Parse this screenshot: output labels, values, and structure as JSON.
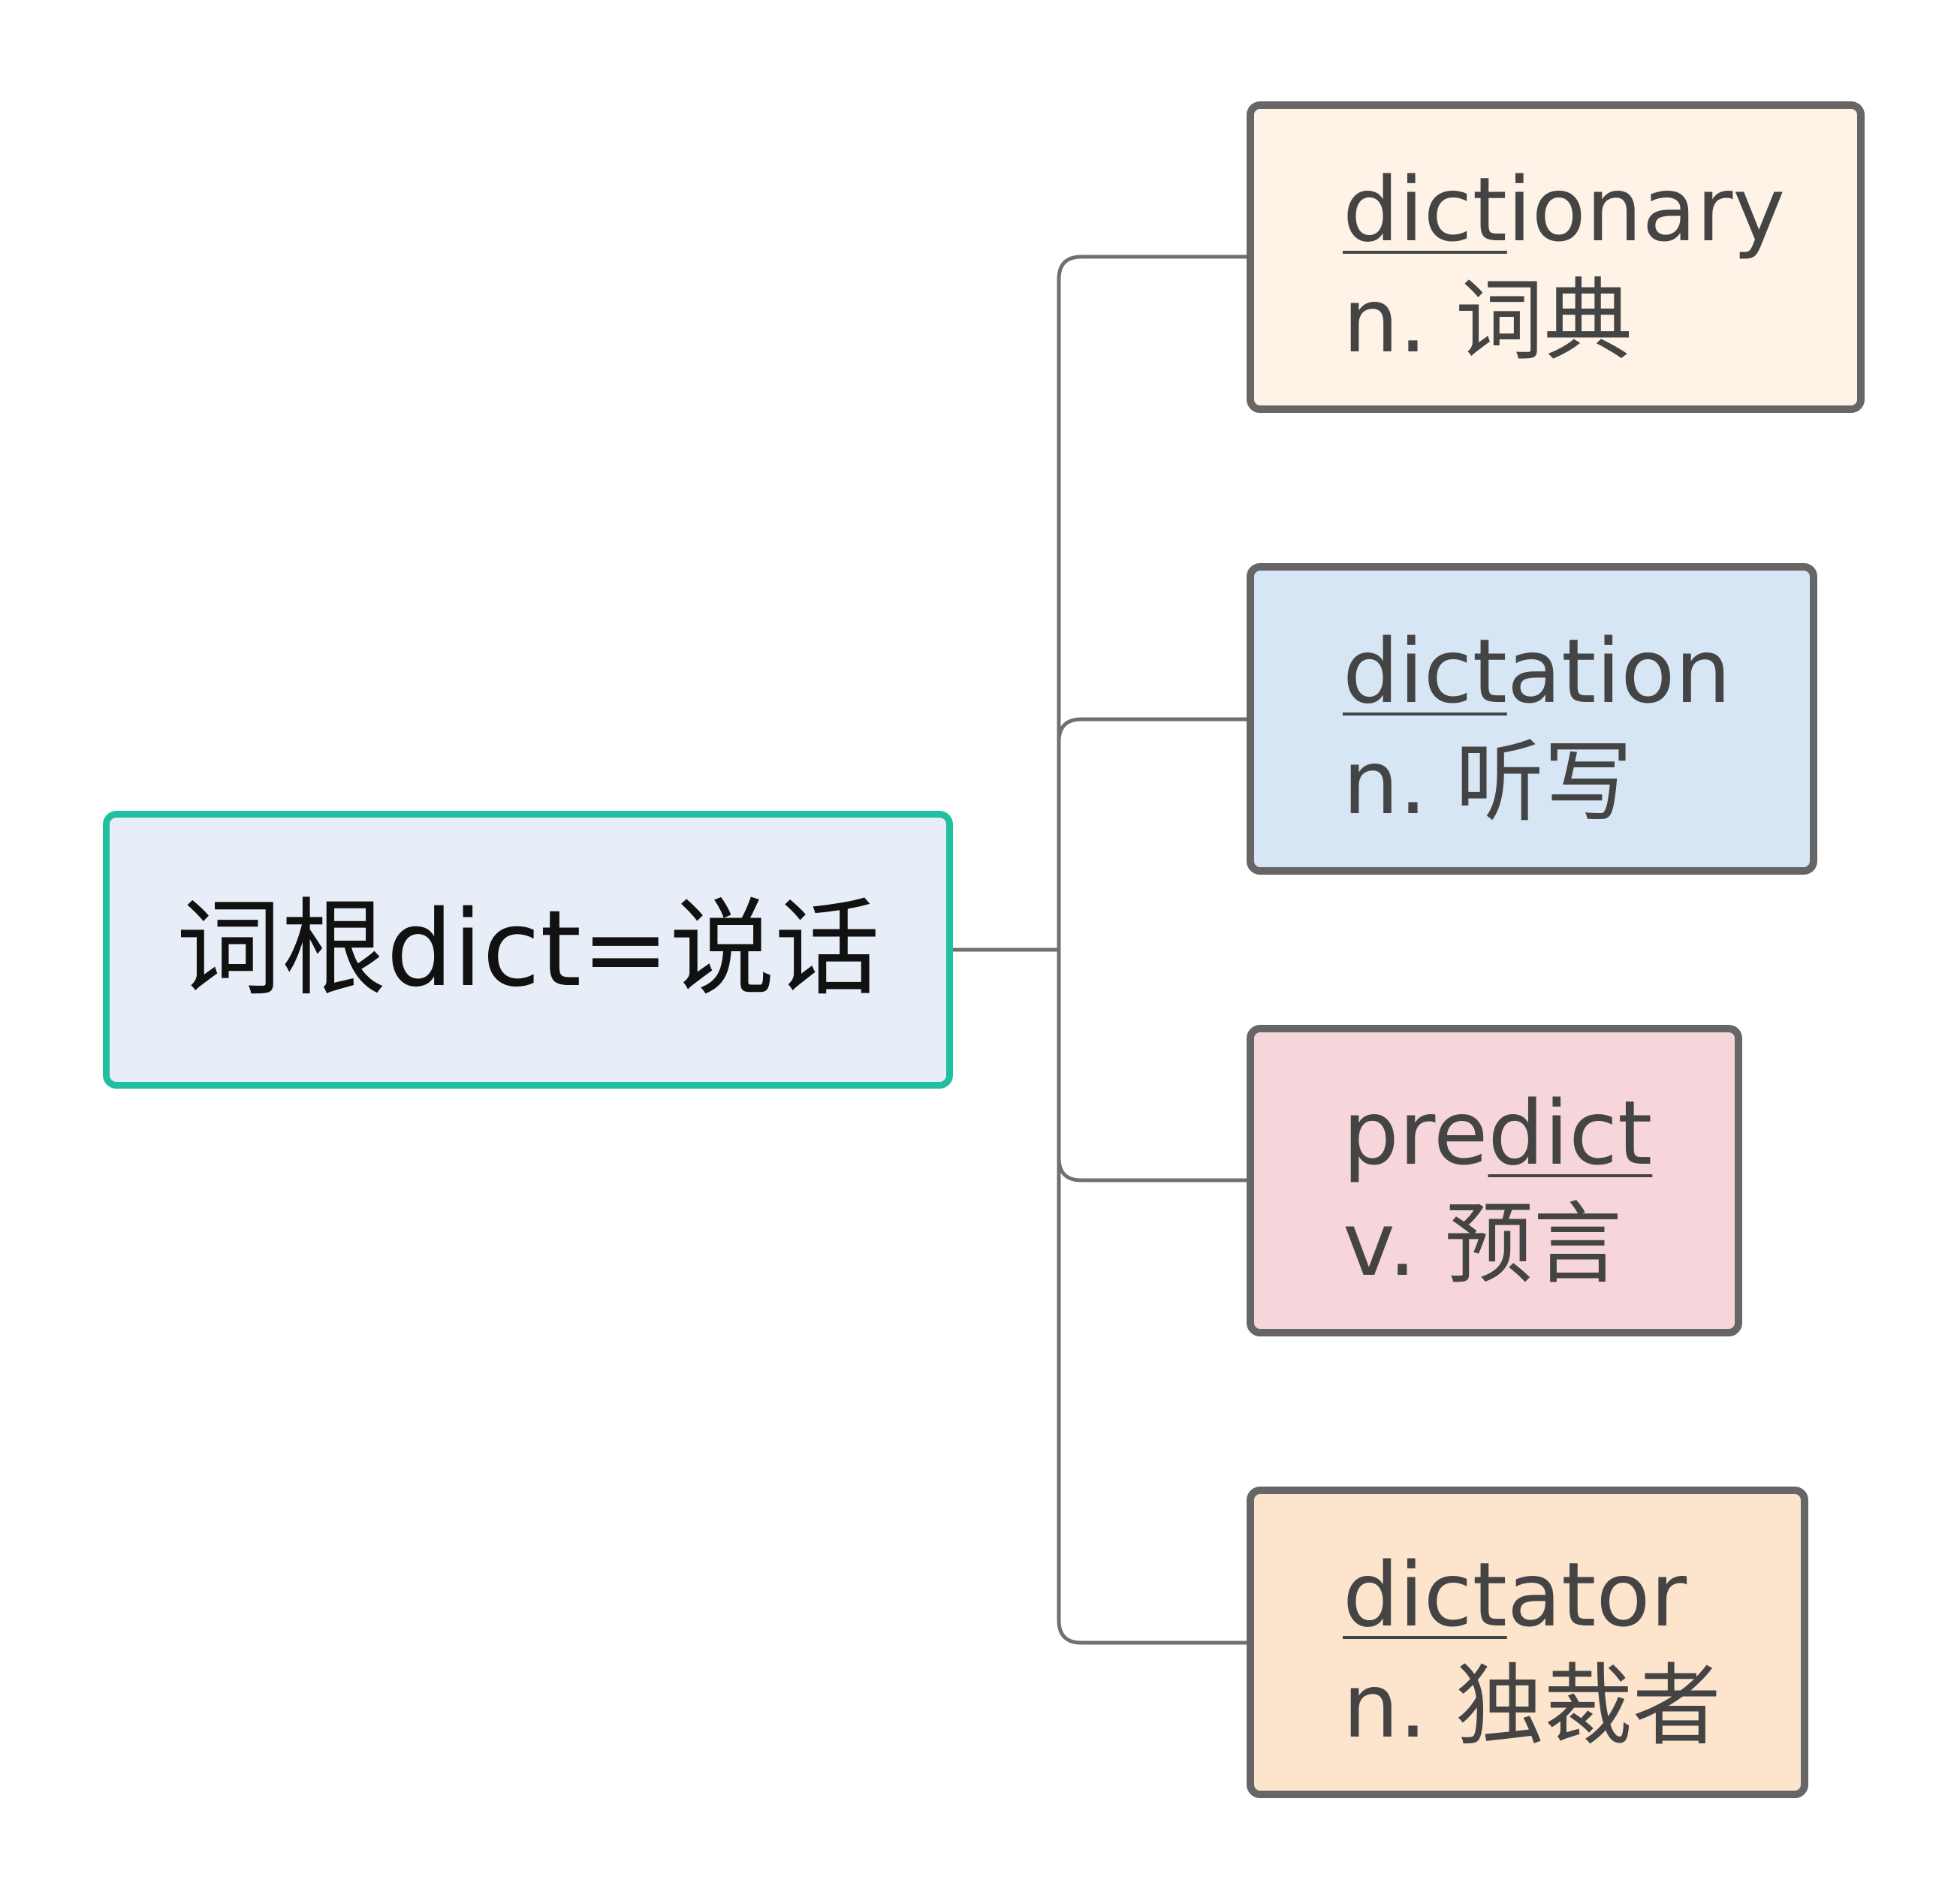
{
  "root": {
    "label": "词根dict=说话"
  },
  "children": [
    {
      "prefix": "",
      "root_part": "dict",
      "suffix": "ionary",
      "meaning": "n. 词典",
      "fill": "#fef3e6"
    },
    {
      "prefix": "",
      "root_part": "dict",
      "suffix": "ation",
      "meaning": "n. 听写",
      "fill": "#d6e6f5"
    },
    {
      "prefix": "pre",
      "root_part": "dict",
      "suffix": "",
      "meaning": "v. 预言",
      "fill": "#f6d6db"
    },
    {
      "prefix": "",
      "root_part": "dict",
      "suffix": "ator",
      "meaning": "n. 独裁者",
      "fill": "#fde4cd"
    }
  ],
  "colors": {
    "root_border": "#1fbf9f",
    "root_fill": "#e8eef8",
    "leaf_border": "#666666",
    "connector": "#707070",
    "text": "#444444"
  }
}
